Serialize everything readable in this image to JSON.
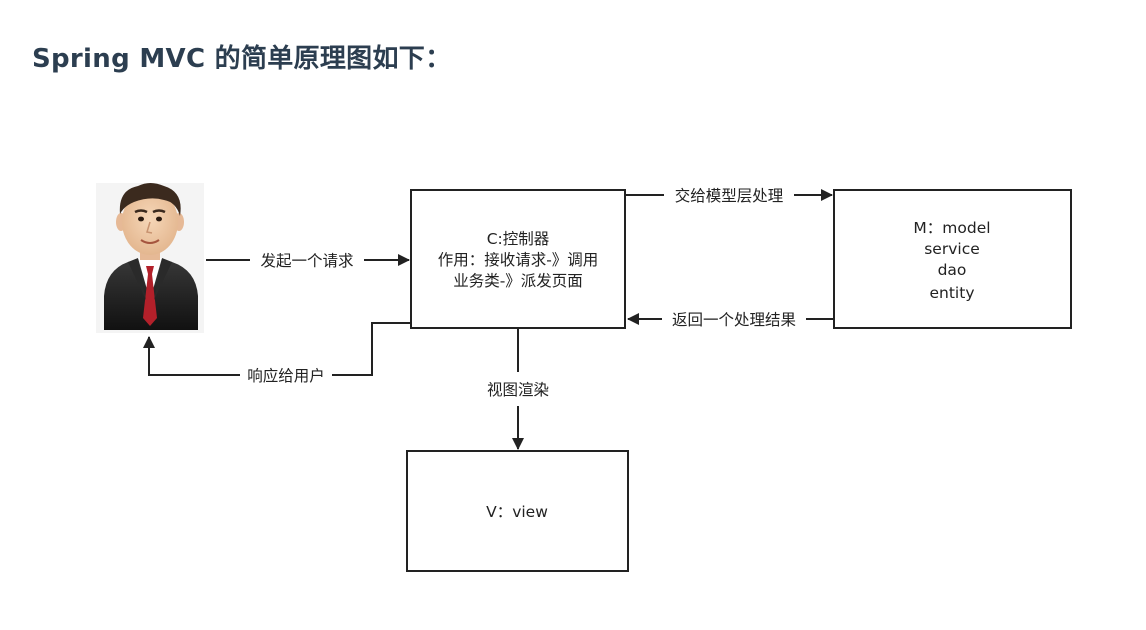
{
  "title": "Spring MVC 的简单原理图如下：",
  "diagram": {
    "controller": {
      "lines": [
        "C:控制器",
        "作用：接收请求-》调用",
        "业务类-》派发页面"
      ]
    },
    "model": {
      "lines": [
        "M：model",
        "service",
        "dao",
        "entity"
      ]
    },
    "view": {
      "lines": [
        "V：view"
      ]
    },
    "edges": {
      "user_to_controller": "发起一个请求",
      "controller_to_model": "交给模型层处理",
      "model_to_controller": "返回一个处理结果",
      "controller_to_view": "视图渲染",
      "controller_to_user": "响应给用户"
    },
    "colors": {
      "line": "#222222",
      "box_border": "#222222",
      "title": "#2c3e50"
    }
  }
}
